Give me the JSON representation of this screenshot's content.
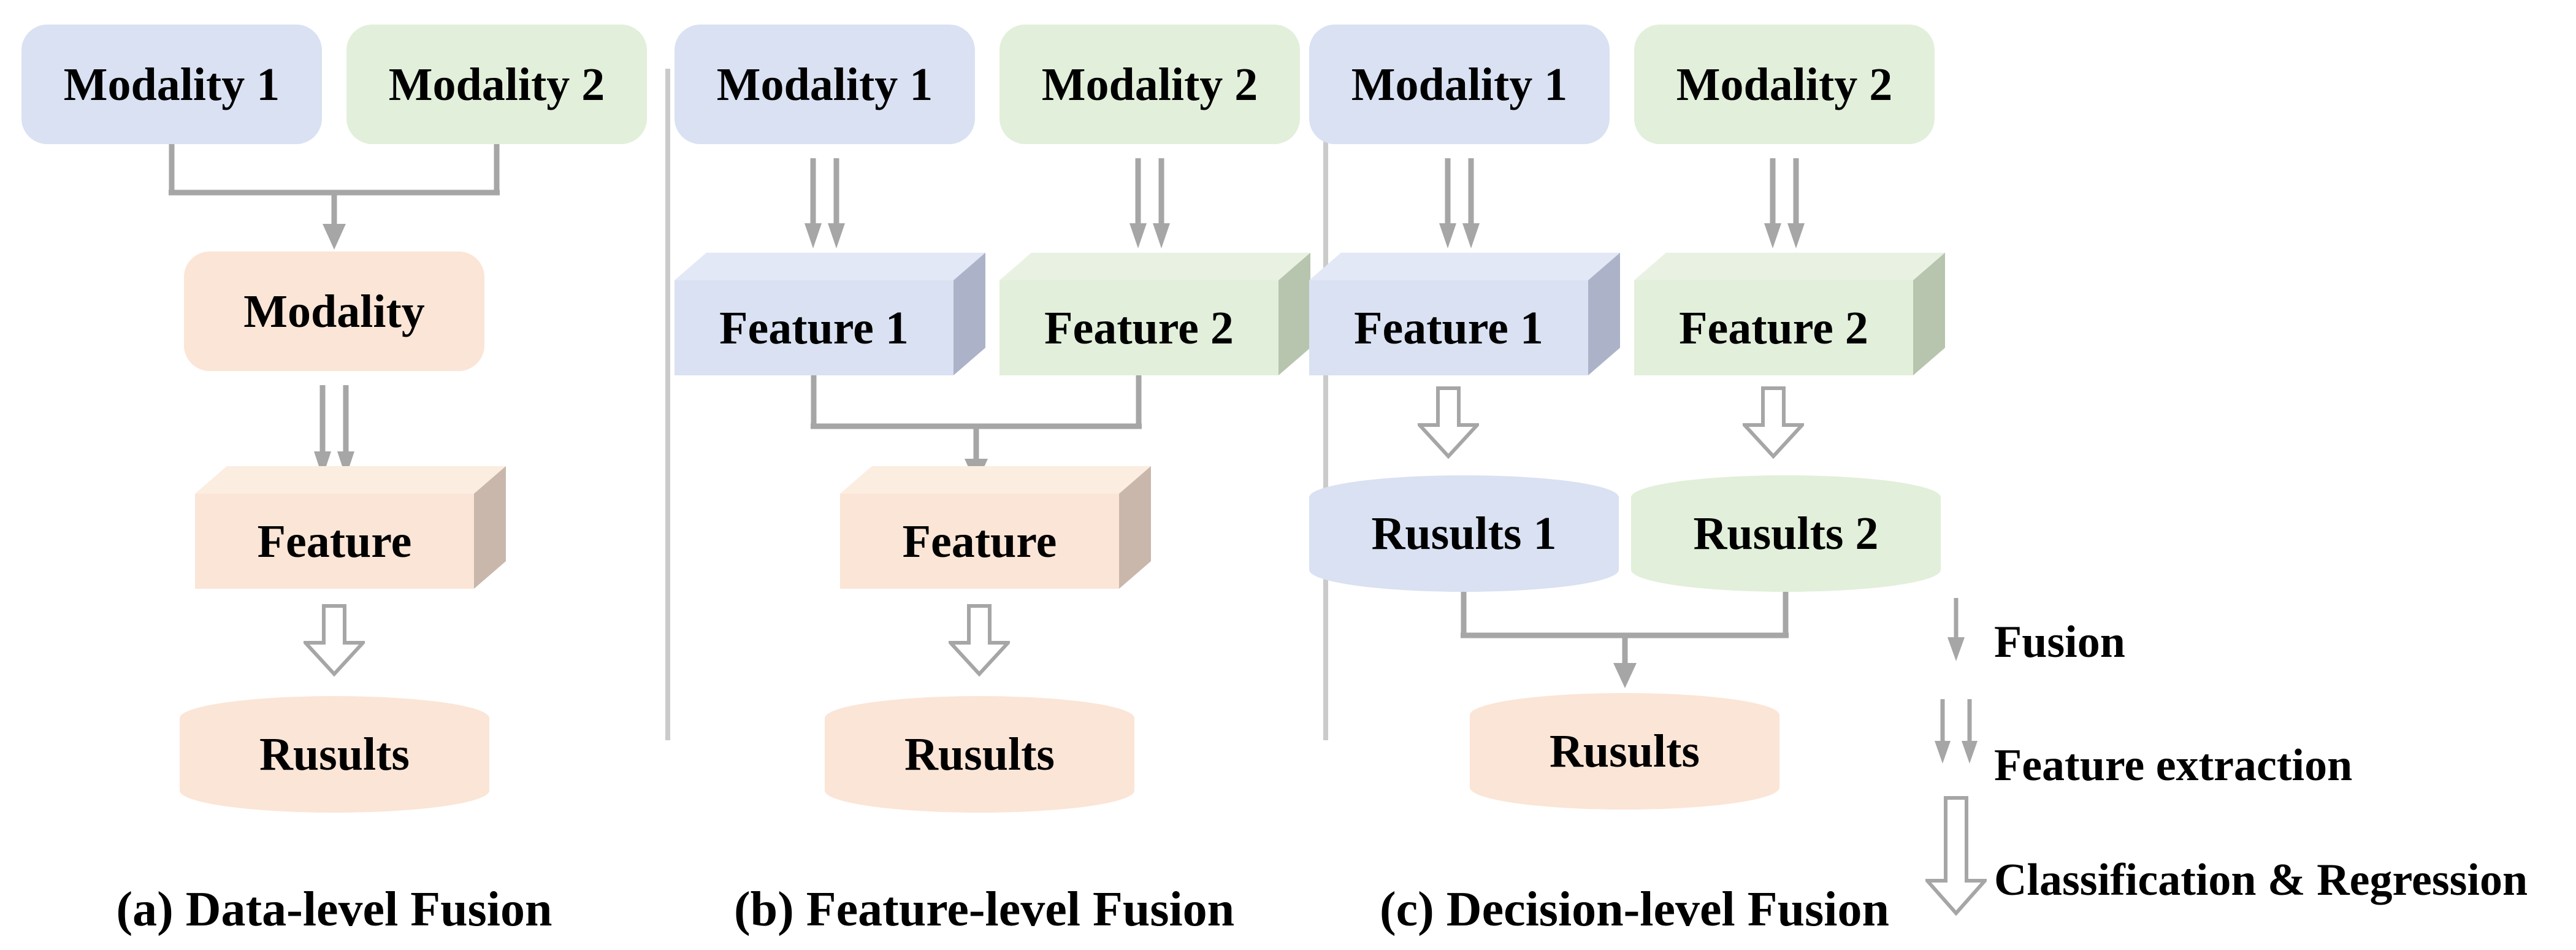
{
  "panels": [
    {
      "caption": "(a) Data-level Fusion",
      "nodes": {
        "modality1": "Modality 1",
        "modality2": "Modality 2",
        "fused_modality": "Modality",
        "feature": "Feature",
        "results": "Rusults"
      }
    },
    {
      "caption": "(b) Feature-level Fusion",
      "nodes": {
        "modality1": "Modality 1",
        "modality2": "Modality 2",
        "feature1": "Feature 1",
        "feature2": "Feature 2",
        "fused_feature": "Feature",
        "results": "Rusults"
      }
    },
    {
      "caption": "(c) Decision-level Fusion",
      "nodes": {
        "modality1": "Modality 1",
        "modality2": "Modality 2",
        "feature1": "Feature 1",
        "feature2": "Feature 2",
        "results1": "Rusults 1",
        "results2": "Rusults 2",
        "fused_results": "Rusults"
      }
    }
  ],
  "legend": {
    "items": [
      {
        "icon": "fusion-arrow-icon",
        "label": "Fusion"
      },
      {
        "icon": "feature-extraction-arrow-icon",
        "label": "Feature extraction"
      },
      {
        "icon": "classification-regression-arrow-icon",
        "label": "Classification & Regression"
      }
    ]
  },
  "colors": {
    "modality1_fill": "#D9E1F2",
    "modality2_fill": "#E2EFDA",
    "fusion_fill": "#FBE5D6",
    "blue_side": "#ACB3C9",
    "blue_top": "#E3E8F6",
    "green_side": "#B7C4AE",
    "green_top": "#E9F2E2",
    "peach_side": "#C9B7AB",
    "peach_top": "#FCEDE1",
    "arrow": "#A6A6A6",
    "divider": "#CBCBCB",
    "text": "#000000",
    "background": "#FFFFFF"
  }
}
